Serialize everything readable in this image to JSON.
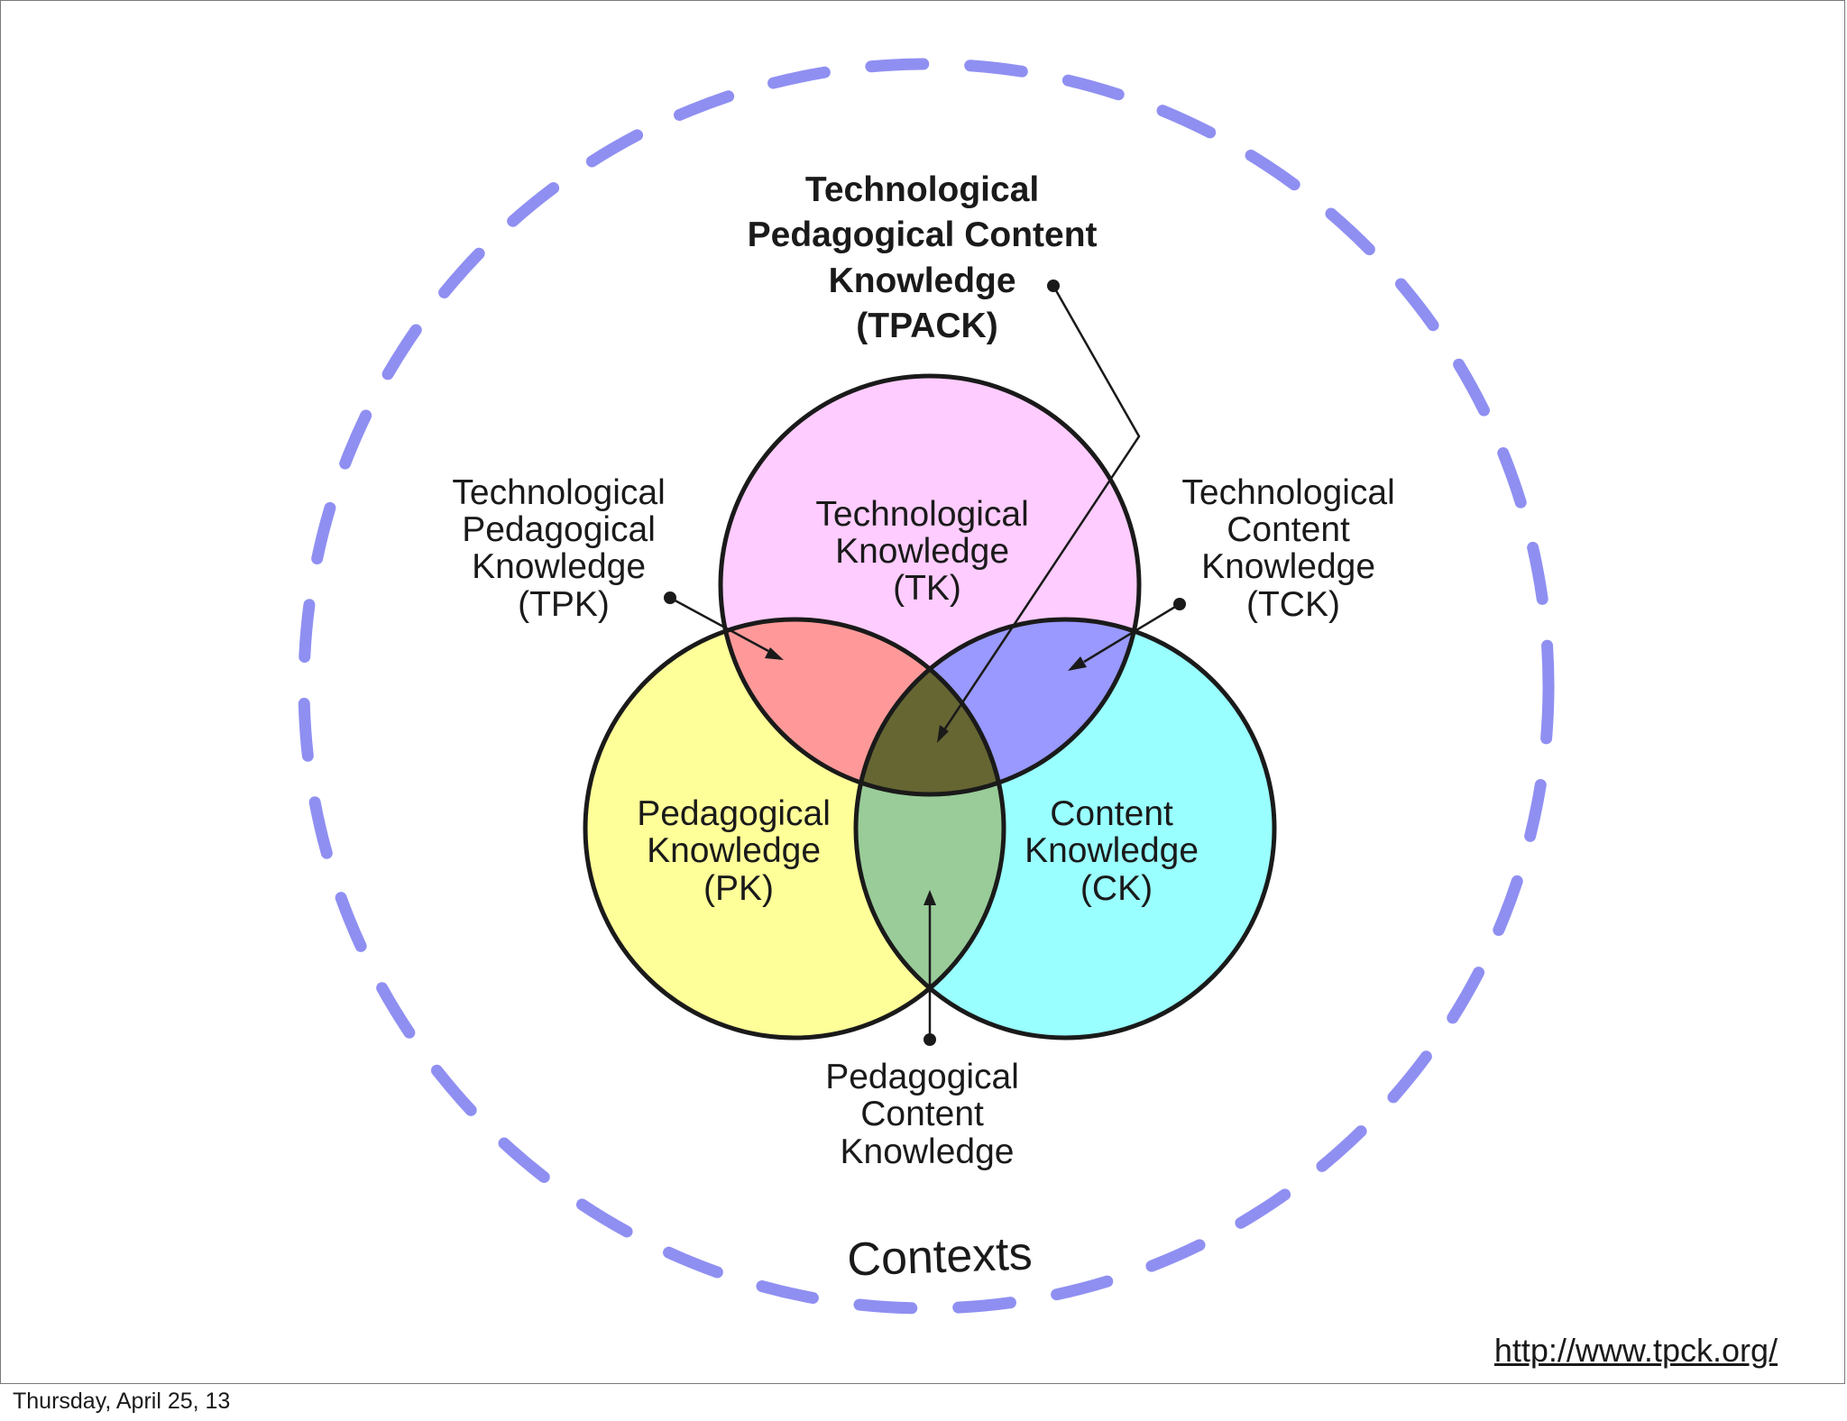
{
  "colors": {
    "contexts_ring": "#8f8ff2",
    "tk_fill": "#ffccff",
    "pk_fill": "#ffff99",
    "ck_fill": "#99ffff",
    "tpk_fill": "#ff9999",
    "tck_fill": "#9999ff",
    "pck_fill": "#99cc99",
    "tpack_fill": "#666633",
    "outline": "#1a1a1a"
  },
  "diagram": {
    "tk": {
      "lines": [
        "Technological",
        "Knowledge",
        "(TK)"
      ]
    },
    "pk": {
      "lines": [
        "Pedagogical",
        "Knowledge",
        "(PK)"
      ]
    },
    "ck": {
      "lines": [
        "Content",
        "Knowledge",
        "(CK)"
      ]
    },
    "tpack": {
      "lines": [
        "Technological",
        "Pedagogical Content",
        "Knowledge",
        "(TPACK)"
      ]
    },
    "tpk": {
      "lines": [
        "Technological",
        "Pedagogical",
        "Knowledge",
        "(TPK)"
      ]
    },
    "tck": {
      "lines": [
        "Technological",
        "Content",
        "Knowledge",
        "(TCK)"
      ]
    },
    "pck": {
      "lines": [
        "Pedagogical",
        "Content",
        "Knowledge"
      ]
    },
    "contexts": "Contexts"
  },
  "footer": {
    "source_link": "http://www.tpck.org/",
    "date": "Thursday, April 25, 13"
  }
}
